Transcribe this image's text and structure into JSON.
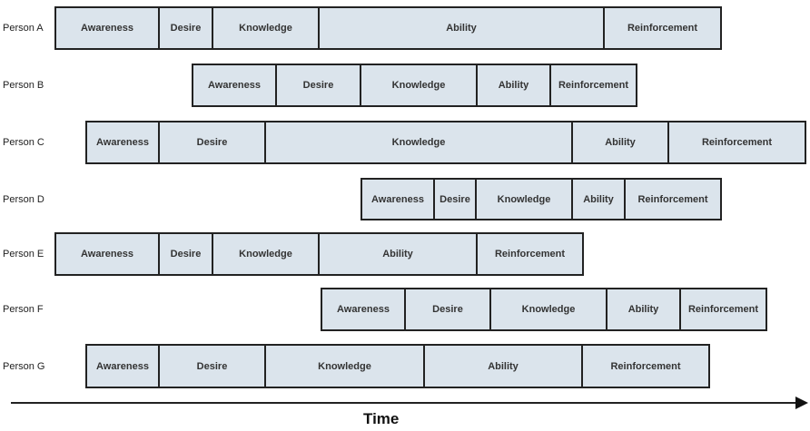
{
  "rows": [
    {
      "person": "Person A",
      "stages": [
        "Awareness",
        "Desire",
        "Knowledge",
        "Ability",
        "Reinforcement"
      ]
    },
    {
      "person": "Person B",
      "stages": [
        "Awareness",
        "Desire",
        "Knowledge",
        "Ability",
        "Reinforcement"
      ]
    },
    {
      "person": "Person C",
      "stages": [
        "Awareness",
        "Desire",
        "Knowledge",
        "Ability",
        "Reinforcement"
      ]
    },
    {
      "person": "Person D",
      "stages": [
        "Awareness",
        "Desire",
        "Knowledge",
        "Ability",
        "Reinforcement"
      ]
    },
    {
      "person": "Person E",
      "stages": [
        "Awareness",
        "Desire",
        "Knowledge",
        "Ability",
        "Reinforcement"
      ]
    },
    {
      "person": "Person F",
      "stages": [
        "Awareness",
        "Desire",
        "Knowledge",
        "Ability",
        "Reinforcement"
      ]
    },
    {
      "person": "Person G",
      "stages": [
        "Awareness",
        "Desire",
        "Knowledge",
        "Ability",
        "Reinforcement"
      ]
    }
  ],
  "axis": {
    "label": "Time"
  },
  "colors": {
    "segment_fill": "#dbe4ec",
    "border": "#222222"
  }
}
